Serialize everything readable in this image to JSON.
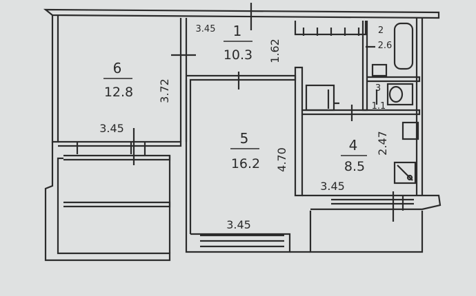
{
  "plan": {
    "ink_color": "#2b2b2b",
    "paper_color": "#dfe1e1",
    "rooms": [
      {
        "id": "r6",
        "number": "6",
        "area": "12.8"
      },
      {
        "id": "r1",
        "number": "1",
        "area": "10.3"
      },
      {
        "id": "r2",
        "number": "2",
        "area": "2.6"
      },
      {
        "id": "r3",
        "number": "3",
        "area": "1.1"
      },
      {
        "id": "r5",
        "number": "5",
        "area": "16.2"
      },
      {
        "id": "r4",
        "number": "4",
        "area": "8.5"
      }
    ],
    "dimensions": {
      "hall_width": "3.45",
      "hall_depth": "1.62",
      "room6_depth": "3.72",
      "room6_width": "3.45",
      "room5_depth": "4.70",
      "room5_width": "3.45",
      "kitchen_depth": "2.47",
      "kitchen_width": "3.45"
    }
  }
}
